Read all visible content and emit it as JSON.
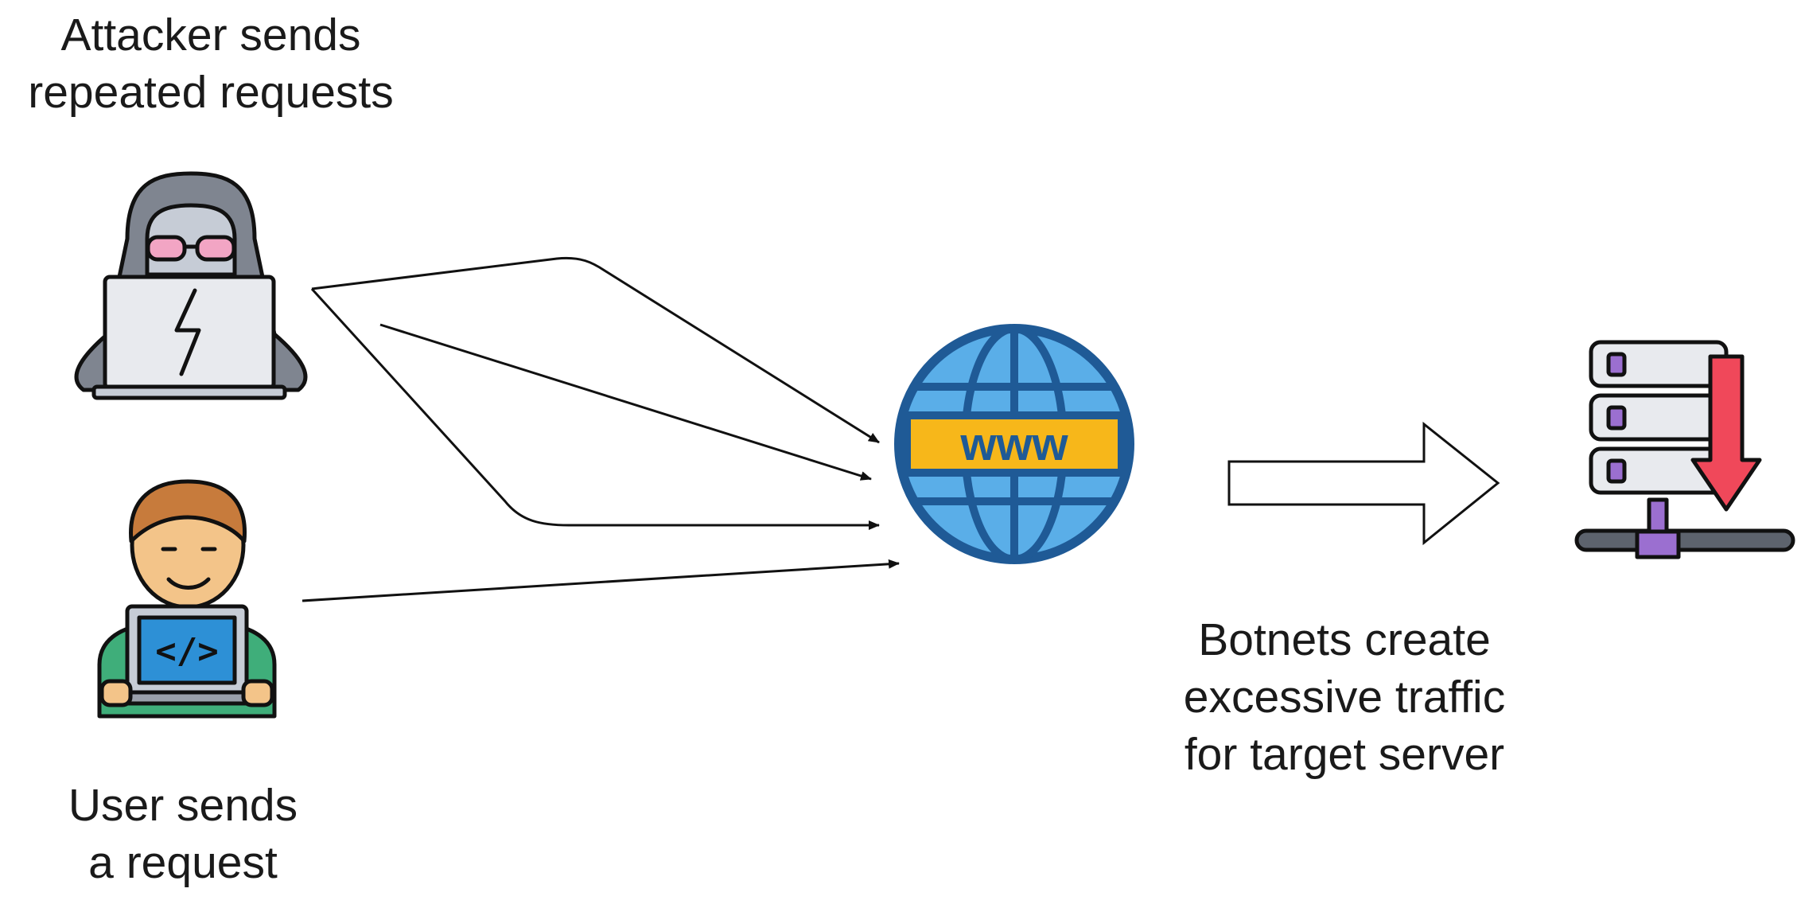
{
  "attacker": {
    "caption_line1": "Attacker sends",
    "caption_line2": "repeated requests",
    "icon": "hacker-with-laptop-icon"
  },
  "user": {
    "caption_line1": "User sends",
    "caption_line2": "a request",
    "icon": "developer-with-laptop-icon"
  },
  "internet": {
    "label": "www",
    "icon": "globe-www-icon"
  },
  "botnet": {
    "caption_line1": "Botnets create",
    "caption_line2": "excessive traffic",
    "caption_line3": "for target server",
    "arrow_icon": "hollow-right-arrow-icon"
  },
  "server": {
    "icon": "server-download-icon"
  },
  "colors": {
    "globe_blue": "#1f5a96",
    "globe_light": "#5aaee8",
    "www_band": "#f7b71a",
    "server_red": "#f0485a",
    "server_purple": "#9b6fd0",
    "hacker_hood": "#7f8590",
    "glasses_pink": "#f2a5c4",
    "user_hair": "#c77b3c",
    "user_shirt": "#3fae7a",
    "screen_blue": "#2d90d6"
  }
}
